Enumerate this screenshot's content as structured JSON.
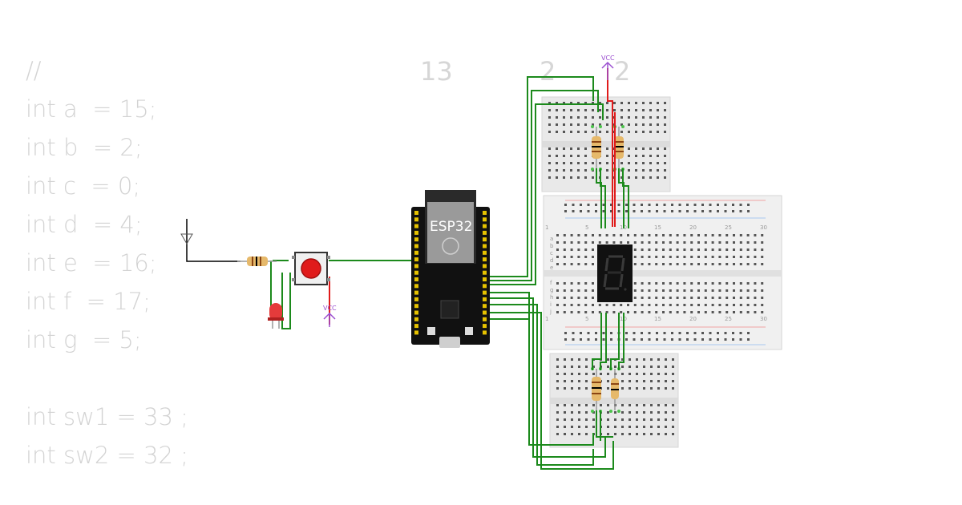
{
  "code_lines": [
    "//",
    "int a  = 15;",
    "int b  = 2;",
    "int c  = 0;",
    "int d  = 4;",
    "int e  = 16;",
    "int f  = 17;",
    "int g  = 5;",
    "",
    "int sw1 = 33 ;",
    "int sw2 = 32 ;"
  ],
  "header_numbers": [
    "13",
    "2",
    "2"
  ],
  "board_label": "ESP32",
  "vcc_labels": [
    "VCC",
    "VCC"
  ],
  "breadboard_columns": [
    "1",
    "5",
    "10",
    "15",
    "20",
    "25",
    "30"
  ],
  "breadboard_rows_top": [
    "a",
    "b",
    "c",
    "d",
    "e"
  ],
  "breadboard_rows_bottom": [
    "f",
    "g",
    "h",
    "i",
    "j"
  ],
  "colors": {
    "wire_green": "#1c8a1c",
    "wire_red": "#e01b1b",
    "wire_black": "#000000",
    "code_text": "#d3d3d3",
    "vcc": "#9b4fd0"
  }
}
